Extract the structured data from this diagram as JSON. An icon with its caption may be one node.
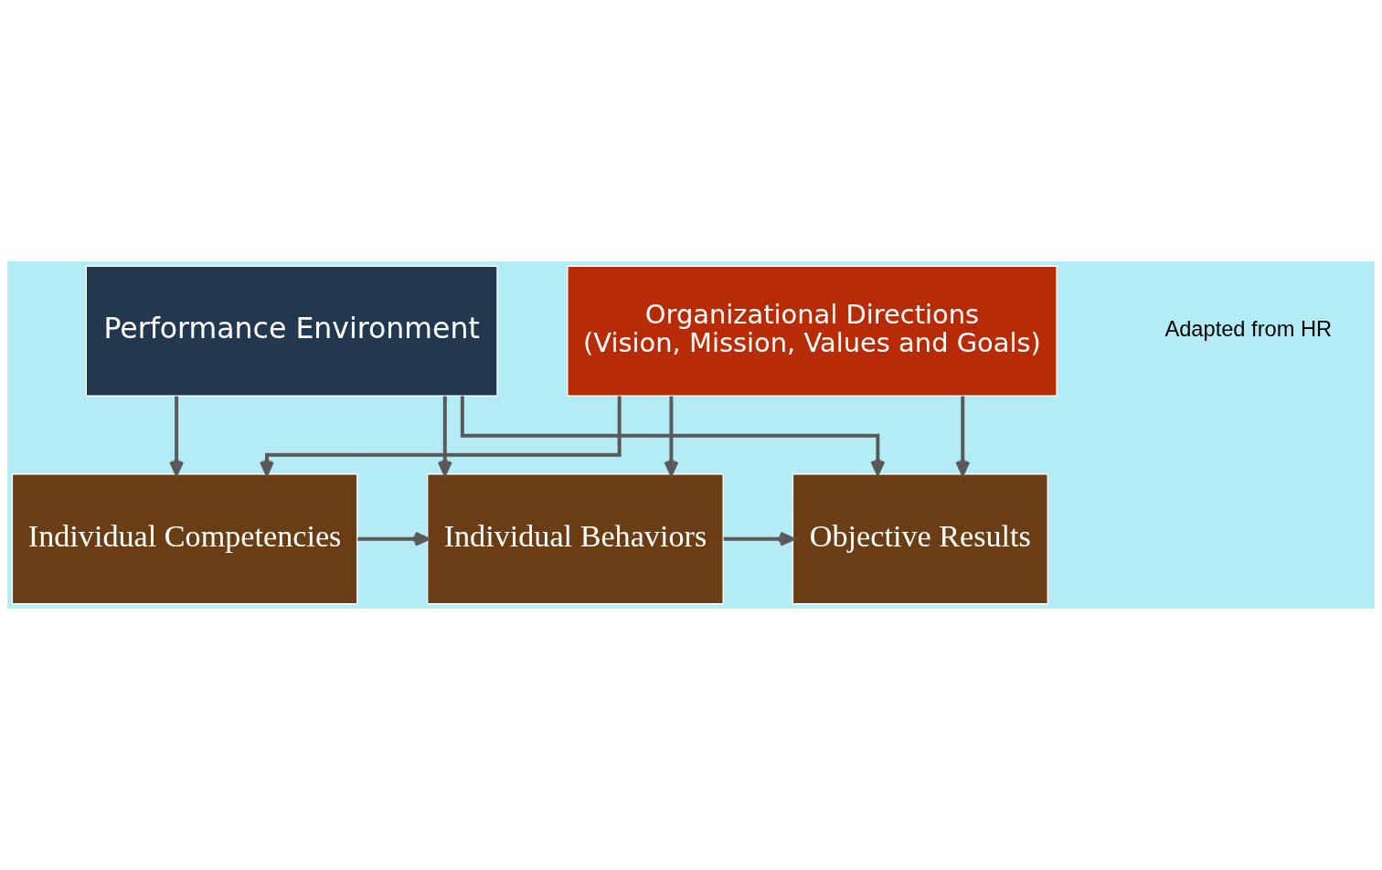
{
  "diagram": {
    "nodes": [
      {
        "text": [
          "Organizational Directions",
          "(Vision, Mission, Values and Goals)"
        ]
      },
      {
        "text": [
          "Individual Competencies"
        ]
      },
      {
        "text": [
          "Individual Behaviors"
        ]
      },
      {
        "text": [
          "Objective Results"
        ]
      },
      {
        "text": [
          "Performance Environment"
        ]
      }
    ],
    "edges": [
      {
        "from": 0,
        "to": 1,
        "arrow": "to"
      },
      {
        "from": 0,
        "to": 2,
        "arrow": "to"
      },
      {
        "from": 0,
        "to": 3,
        "arrow": "to"
      },
      {
        "from": 1,
        "to": 2,
        "arrow": "to"
      },
      {
        "from": 2,
        "to": 3,
        "arrow": "to"
      },
      {
        "from": 4,
        "to": 1,
        "arrow": "to"
      },
      {
        "from": 4,
        "to": 2,
        "arrow": "to"
      },
      {
        "from": 4,
        "to": 3,
        "arrow": "to"
      }
    ],
    "labels": [
      "Adapted from HR"
    ]
  }
}
